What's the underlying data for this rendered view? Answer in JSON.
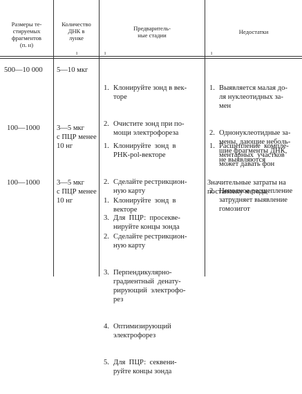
{
  "header": {
    "col1": "Размеры те-\nстируемых\nфрагментов\n(п. н)",
    "col2": "Количество\nДНК в\nлунке",
    "col3": "Предваритель-\nные стадии",
    "col4": "Недостатки"
  },
  "rows": [
    {
      "size": "500—10 000",
      "dna": "5—10 мкг",
      "steps": [
        {
          "num": "1.",
          "text": "Клонируйте зонд в век-\nторе"
        },
        {
          "num": "2.",
          "text": "Очистите зонд при по-\nмощи электрофореза"
        }
      ],
      "drawbacks": [
        {
          "num": "1.",
          "text": "Выявляется малая до-\nля нуклеотидных за-\nмен"
        },
        {
          "num": "2.",
          "text": "Однонуклеотидные за-\nмены, дающие неболь-\nшие фрагменты ДНК,\nне выявляются"
        }
      ]
    },
    {
      "size": "100—1000",
      "dna": "3—5 мкг\nс ПЦР менее\n10 нг",
      "steps": [
        {
          "num": "1.",
          "text": "Клонируйте  зонд  в\nРНК-pol-векторе"
        },
        {
          "num": "2.",
          "text": "Сделайте рестрикцион-\nную карту"
        },
        {
          "num": "3.",
          "text": "Для  ПЦР:  просекве-\nнируйте концы зонда"
        }
      ],
      "drawbacks": [
        {
          "num": "1.",
          "text": "Расщепление  компле-\nментарных  участков\nможет давать фон"
        },
        {
          "num": "2.",
          "text": "Неполное расщепление\nзатрудняет выявление\nгомозигот"
        }
      ]
    },
    {
      "size": "100—1000",
      "dna": "3—5 мкг\nс ПЦР менее\n10 нг",
      "steps": [
        {
          "num": "1.",
          "text": "Клонируйте  зонд  в\nвекторе"
        },
        {
          "num": "2.",
          "text": "Сделайте рестрикцион-\nную карту"
        },
        {
          "num": "3.",
          "text": "Перпендикулярно-\nградиентный  денату-\nрирующий  электрофо-\nрез"
        },
        {
          "num": "4.",
          "text": "Оптимизирующий\nэлектрофорез"
        },
        {
          "num": "5.",
          "text": "Для  ПЦР:  секвени-\nруйте концы зонда"
        }
      ],
      "drawbacks_text": "Значительные затраты на\nпостановку метода"
    }
  ]
}
